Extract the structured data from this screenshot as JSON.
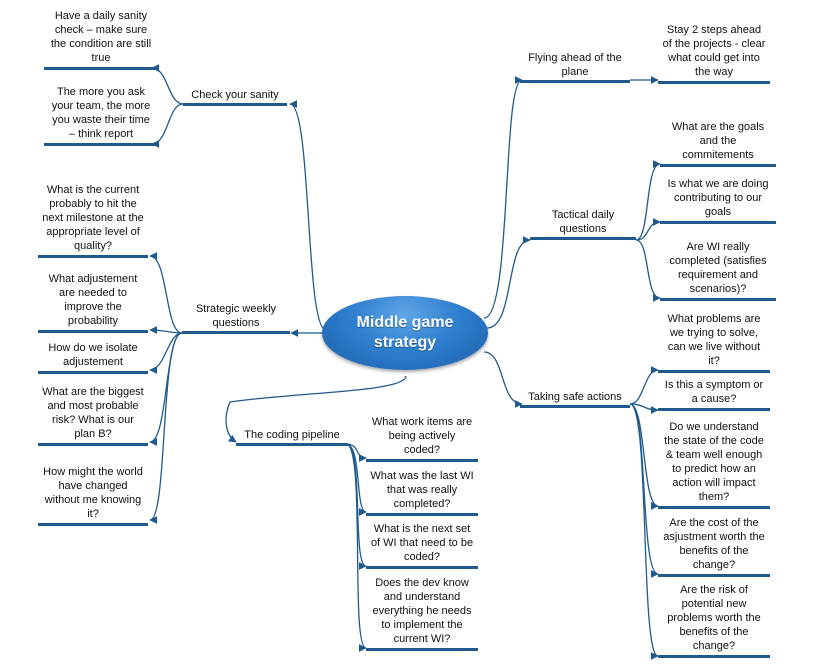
{
  "center": {
    "label": "Middle game\nstrategy"
  },
  "branches": {
    "check_sanity": {
      "label": "Check your sanity",
      "leaves": [
        "Have a daily sanity\ncheck – make sure\nthe condition are still\ntrue",
        "The more you ask\nyour team, the more\nyou waste their time\n– think report"
      ]
    },
    "strategic_weekly": {
      "label": "Strategic weekly\nquestions",
      "leaves": [
        "What is the current\nprobably to hit the\nnext milestone at the\nappropriate level of\nquality?",
        "What adjustement\nare needed to\nimprove the\nprobability",
        "How do we isolate\nadjustement",
        "What are the biggest\nand most probable\nrisk? What is our\nplan B?",
        "How might the world\nhave changed\nwithout me knowing\nit?"
      ]
    },
    "coding_pipeline": {
      "label": "The coding pipeline",
      "leaves": [
        "What work items are\nbeing actively\ncoded?",
        "What was the last WI\nthat was really\ncompleted?",
        "What is the next set\nof WI that need to be\ncoded?",
        "Does the dev know\nand understand\neverything he needs\nto implement the\ncurrent WI?"
      ]
    },
    "flying_ahead": {
      "label": "Flying ahead of the\nplane",
      "leaves": [
        "Stay 2 steps ahead\nof the projects - clear\nwhat could get into\nthe way"
      ]
    },
    "tactical_daily": {
      "label": "Tactical daily\nquestions",
      "leaves": [
        "What are the goals\nand the\ncommitements",
        "Is what we are doing\ncontributing to our\ngoals",
        "Are WI really\ncompleted (satisfies\nrequirement and\nscenarios)?"
      ]
    },
    "safe_actions": {
      "label": "Taking safe actions",
      "leaves": [
        "What problems are\nwe trying to solve,\ncan we live without\nit?",
        "Is this a symptom or\na cause?",
        "Do we understand\nthe state of the code\n& team well enough\nto predict how an\naction will impact\nthem?",
        "Are the cost of the\nasjustment worth the\nbenefits of the\nchange?",
        "Are the risk of\npotential new\nproblems worth the\nbenefits of the\nchange?"
      ]
    }
  },
  "colors": {
    "line": "#1f5a8c",
    "bubble": "#2f7fcf"
  }
}
